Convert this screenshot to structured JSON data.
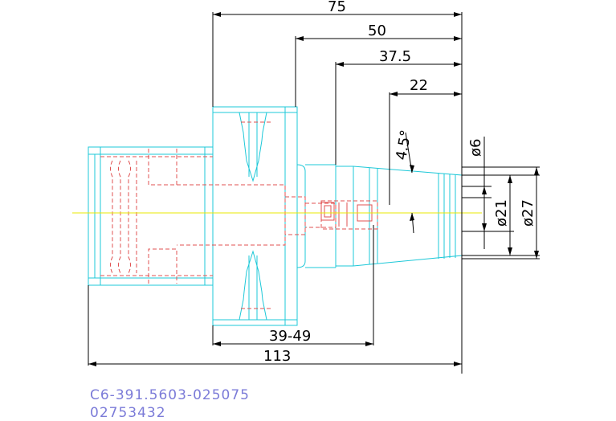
{
  "drawing": {
    "dimensions": {
      "overall_length": "75",
      "length_50": "50",
      "length_37_5": "37.5",
      "length_22": "22",
      "taper_angle": "4.5°",
      "diameter_6": "ø6",
      "diameter_21": "ø21",
      "diameter_27": "ø27",
      "clamping_range": "39-49",
      "total_length": "113"
    },
    "part_number": "C6-391.5603-025075",
    "order_code": "02753432",
    "colors": {
      "outline": "#1ec8d8",
      "hidden_lines": "#e05050",
      "dimension_lines": "#000000",
      "center_line": "#e8e800",
      "text": "#7b7bd8"
    }
  }
}
